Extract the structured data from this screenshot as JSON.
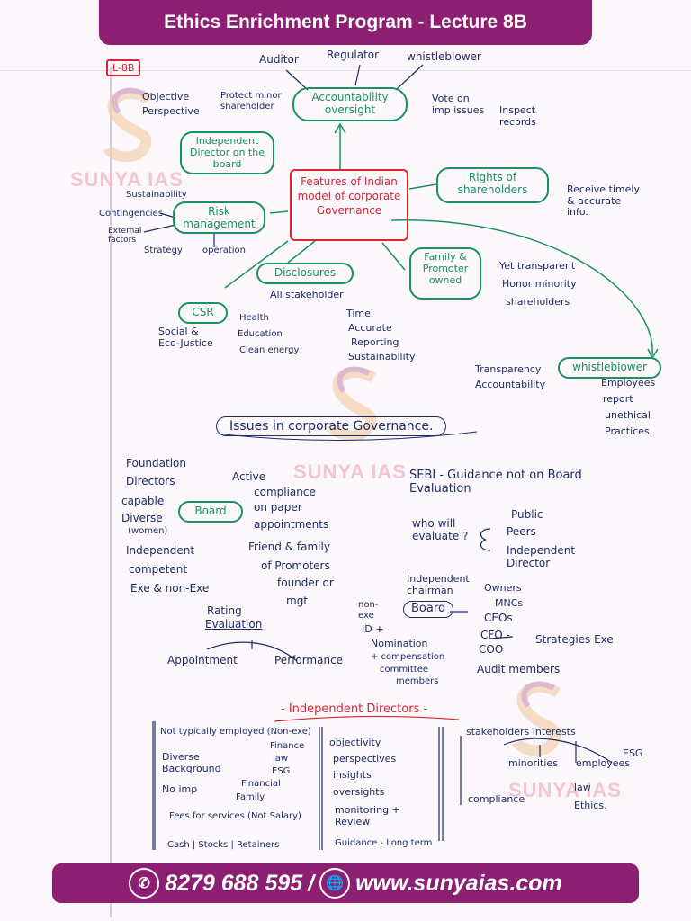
{
  "header": {
    "title": "Ethics Enrichment Program - Lecture 8B"
  },
  "label": "L-8B",
  "watermark": "SUNYA IAS",
  "top": {
    "accountability": "Accountability oversight",
    "top_terms": [
      "Auditor",
      "Regulator",
      "whistleblower"
    ],
    "left_terms": [
      "Objective",
      "Perspective"
    ],
    "protect": "Protect minor shareholder",
    "vote": "Vote on imp issues",
    "inspect": "Inspect records",
    "independent": "Independent Director on the board",
    "center": "Features of Indian model of corporate Governance",
    "rights": "Rights of shareholders",
    "rights_note": "Receive timely & accurate info.",
    "risk": "Risk management",
    "risk_terms": [
      "Sustainability",
      "Contingencies",
      "External factors",
      "Strategy",
      "operation"
    ],
    "disclosures": "Disclosures",
    "all_stakeholder": "All stakeholder",
    "family": "Family & Promoter owned",
    "family_note": [
      "Yet transparent",
      "Honor minority",
      "shareholders"
    ],
    "csr": "CSR",
    "csr_terms": [
      "Social & Eco-Justice",
      "Health",
      "Education",
      "Clean energy"
    ],
    "disclosure_terms": [
      "Time",
      "Accurate",
      "Reporting",
      "Sustainability"
    ],
    "whistle": "whistleblower",
    "whistle_left": [
      "Transparency",
      "Accountability"
    ],
    "whistle_right": [
      "Employees",
      "report",
      "unethical",
      "Practices."
    ]
  },
  "issues": {
    "title": "Issues in corporate Governance.",
    "board": "Board",
    "board_left": [
      "Foundation",
      "Directors",
      "capable",
      "Diverse",
      "(women)",
      "Independent",
      "competent",
      "Exe & non-Exe"
    ],
    "board_mid": [
      "Active",
      "compliance",
      "on paper",
      "appointments",
      "Friend & family",
      "of Promoters",
      "founder or",
      "mgt"
    ],
    "sebi": "SEBI - Guidance not on Board Evaluation",
    "who": "who will evaluate ?",
    "who_terms": [
      "Public",
      "Peers",
      "Independent Director"
    ],
    "rating": [
      "Rating",
      "Evaluation"
    ],
    "appointment": "Appointment",
    "performance": "Performance",
    "chairman": "Independent chairman",
    "board2": "Board",
    "board2_left": [
      "non-exe",
      "ID +",
      "Nomination",
      "+ compensation",
      "committee",
      "members"
    ],
    "board2_right": [
      "Owners",
      "MNCs",
      "CEOs",
      "CFO -",
      "Strategies Exe",
      "COO",
      "Audit members"
    ]
  },
  "directors": {
    "title": "- Independent Directors -",
    "col1": [
      "Not typically employed (Non-exe)",
      "Diverse Background",
      "Finance",
      "law",
      "ESG",
      "No imp",
      "Financial",
      "Family",
      "Fees for services (Not Salary)",
      "Cash | Stocks | Retainers"
    ],
    "col2": [
      "objectivity",
      "perspectives",
      "insights",
      "oversights",
      "monitoring + Review",
      "Guidance - Long term"
    ],
    "col3": [
      "stakeholders interests",
      "minorities",
      "employees",
      "ESG",
      "compliance",
      "law",
      "Ethics."
    ]
  },
  "footer": {
    "phone": "8279 688 595",
    "separator": "/",
    "website": "www.sunyaias.com"
  },
  "colors": {
    "brand": "#8c1f72",
    "ink": "#1f2c63",
    "red": "#d92533",
    "green": "#1a9160"
  }
}
